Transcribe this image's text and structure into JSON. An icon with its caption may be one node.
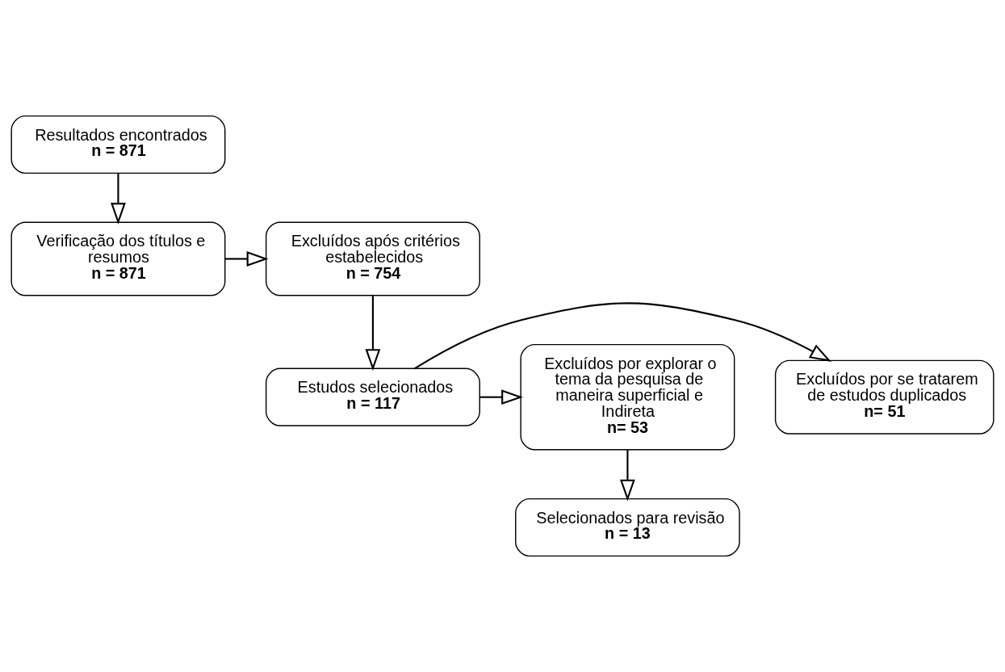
{
  "diagram": {
    "nodes": [
      {
        "text": [
          "Resultados encontrados",
          "n = 871"
        ]
      },
      {
        "text": [
          "Verificação dos títulos e resumos",
          "n = 871"
        ]
      },
      {
        "text": [
          "Excluídos após critérios estabelecidos",
          "n = 754"
        ]
      },
      {
        "text": [
          "Estudos selecionados",
          "n = 117"
        ]
      },
      {
        "text": [
          "Excluídos por se tratarem de estudos duplicados",
          "n= 51"
        ]
      },
      {
        "text": [
          "Excluídos por explorar o tema da pesquisa de maneira superficial e Indireta",
          "n= 53"
        ]
      },
      {
        "text": [
          "Selecionados para revisão",
          "n = 13"
        ]
      }
    ],
    "edges": [
      {
        "from": 0,
        "to": 1,
        "arrow": "to"
      },
      {
        "from": 1,
        "to": 2,
        "arrow": "to"
      },
      {
        "from": 2,
        "to": 3,
        "arrow": "to"
      },
      {
        "from": 3,
        "to": 4,
        "arrow": "to"
      },
      {
        "from": 3,
        "to": 5,
        "arrow": "to"
      },
      {
        "from": 5,
        "to": 6,
        "arrow": "to"
      }
    ]
  }
}
